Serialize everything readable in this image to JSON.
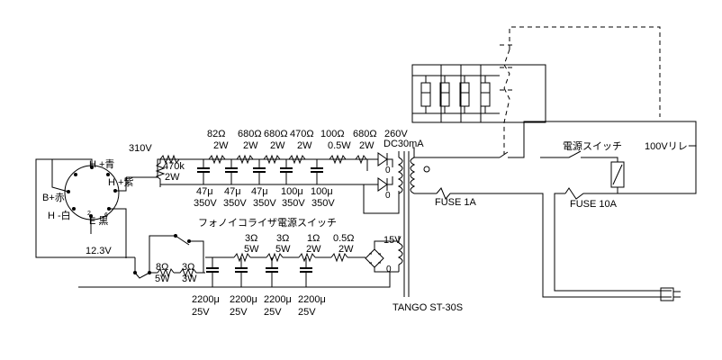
{
  "labels": {
    "h_blue": "H +青",
    "h_purple": "H +紫",
    "b_red": "B+赤",
    "h_white": "H -白",
    "e_black": "E 黒",
    "v310": "310V",
    "v12_3": "12.3V",
    "r470k": "470k",
    "r470k_w": "2W",
    "v260": "260V",
    "dc30ma": "DC30mA",
    "zero": "0",
    "v15": "15V",
    "phono_switch": "フォノイコライザ電源スイッチ",
    "transformer": "TANGO ST-30S",
    "power_switch": "電源スイッチ",
    "relay": "100Vリレー",
    "fuse1": "FUSE 1A",
    "fuse10": "FUSE 10A"
  },
  "socket": {
    "pin2": "2",
    "pin6": "6"
  },
  "resistors": [
    {
      "value": "82Ω",
      "watt": "2W"
    },
    {
      "value": "680Ω",
      "watt": "2W"
    },
    {
      "value": "680Ω",
      "watt": "2W"
    },
    {
      "value": "470Ω",
      "watt": "2W"
    },
    {
      "value": "100Ω",
      "watt": "0.5W"
    },
    {
      "value": "680Ω",
      "watt": "2W"
    }
  ],
  "capacitors_b": [
    {
      "value": "47μ",
      "volt": "350V"
    },
    {
      "value": "47μ",
      "volt": "350V"
    },
    {
      "value": "47μ",
      "volt": "350V"
    },
    {
      "value": "100μ",
      "volt": "350V"
    },
    {
      "value": "100μ",
      "volt": "350V"
    }
  ],
  "heater_resistors": [
    {
      "value": "8Ω",
      "watt": "5W"
    },
    {
      "value": "3Ω",
      "watt": "3W"
    },
    {
      "value": "3Ω",
      "watt": "5W"
    },
    {
      "value": "3Ω",
      "watt": "5W"
    },
    {
      "value": "1Ω",
      "watt": "2W"
    },
    {
      "value": "0.5Ω",
      "watt": "2W"
    }
  ],
  "capacitors_h": [
    {
      "value": "2200μ",
      "volt": "25V"
    },
    {
      "value": "2200μ",
      "volt": "25V"
    },
    {
      "value": "2200μ",
      "volt": "25V"
    },
    {
      "value": "2200μ",
      "volt": "25V"
    }
  ]
}
